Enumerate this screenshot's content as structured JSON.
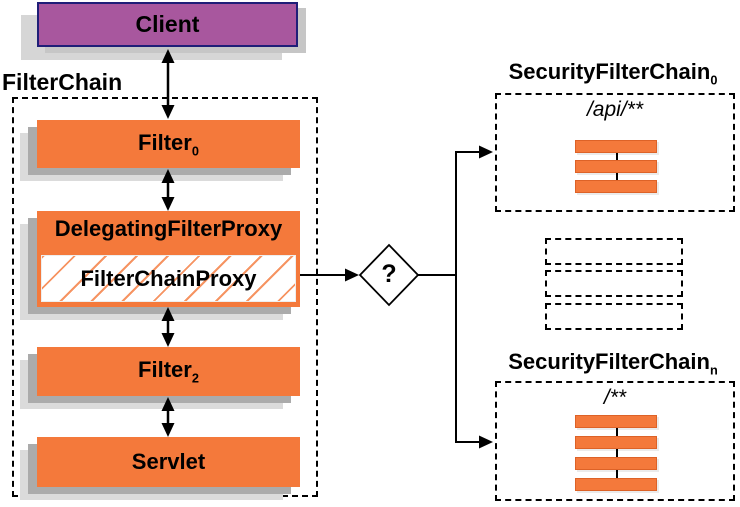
{
  "client": {
    "label": "Client"
  },
  "filter_chain": {
    "label": "FilterChain",
    "filter_top": {
      "name": "Filter",
      "sub": "0"
    },
    "delegating_filter_proxy": "DelegatingFilterProxy",
    "filter_chain_proxy": "FilterChainProxy",
    "filter_bottom": {
      "name": "Filter",
      "sub": "2"
    },
    "servlet": "Servlet"
  },
  "decision_diamond": {
    "label": "?"
  },
  "security_filter_chains": {
    "chain_0": {
      "title": "SecurityFilterChain",
      "title_sub": "0",
      "url_pattern": "/api/**",
      "filter_slots": 3
    },
    "placeholder_chain_count": 3,
    "chain_n": {
      "title": "SecurityFilterChain",
      "title_sub": "n",
      "url_pattern": "/**",
      "filter_slots": 4
    }
  },
  "colors": {
    "box_orange": "#F4793B",
    "slot_border_orange": "#DD6227",
    "client_purple": "#A8579E",
    "client_border_navy": "#1F1E78",
    "connector_black": "#000000",
    "shadow_gray_dark": "#ABABAB",
    "shadow_gray_light": "#DBDBDB"
  }
}
